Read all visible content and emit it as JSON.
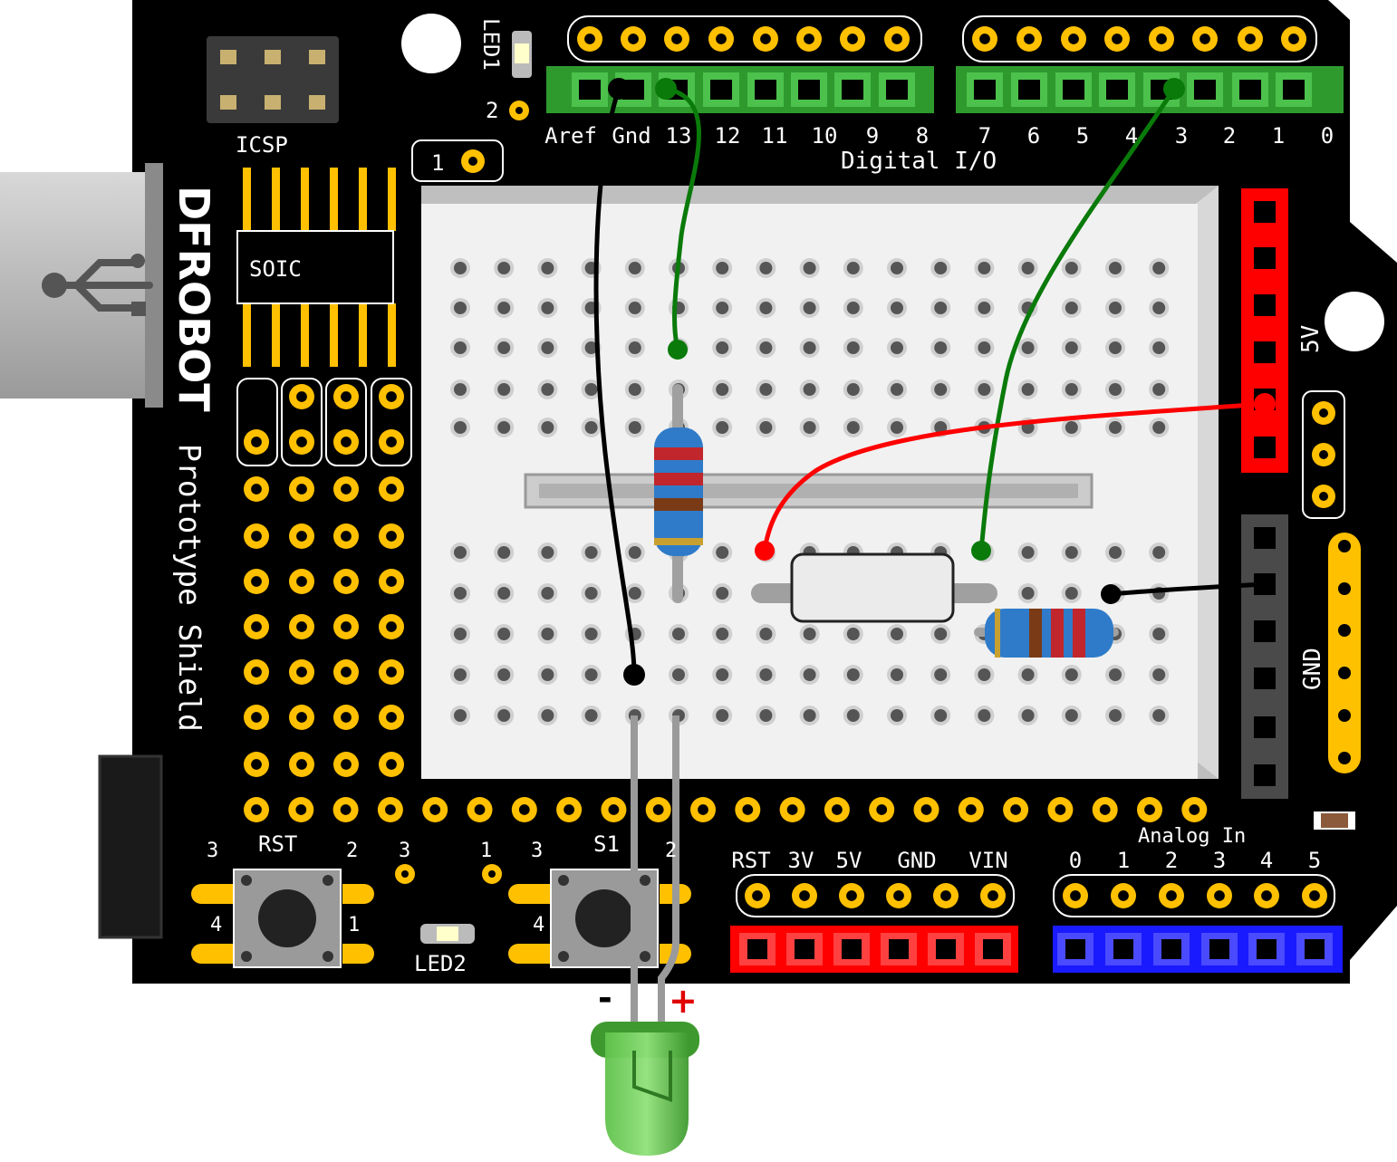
{
  "board": {
    "brand": "DFROBOT",
    "name": "Prototype Shield",
    "icsp_label": "ICSP",
    "soic_label": "SOIC",
    "led1_label": "LED1",
    "led2_label": "LED2",
    "rst_label": "RST",
    "s1_label": "S1",
    "digital_io_label": "Digital I/O",
    "analog_in_label": "Analog In",
    "power_5v_label": "5V",
    "gnd_label": "GND",
    "pin_1_marker": "1",
    "pin_2_marker": "2"
  },
  "digital_pins": [
    "Aref",
    "Gnd",
    "13",
    "12",
    "11",
    "10",
    "9",
    "8",
    "7",
    "6",
    "5",
    "4",
    "3",
    "2",
    "1",
    "0"
  ],
  "power_pins": [
    "RST",
    "3V",
    "5V",
    "GND",
    "GND",
    "VIN"
  ],
  "analog_pins": [
    "0",
    "1",
    "2",
    "3",
    "4",
    "5"
  ],
  "button_pin_numbers": {
    "rst": [
      "3",
      "2",
      "4",
      "1"
    ],
    "middle": [
      "3",
      "1"
    ],
    "s1": [
      "3",
      "2",
      "4"
    ]
  },
  "led_polarity": {
    "negative": "-",
    "positive": "+"
  },
  "wire_colors": {
    "ground": "#000000",
    "signal": "#0a7a0a",
    "power": "#ff0000"
  },
  "colors": {
    "board": "#000000",
    "header_green": "#2e9a2e",
    "header_red": "#ff0000",
    "header_blue": "#1a1aff",
    "header_gray": "#4a4a4a",
    "pad_gold": "#ffc000",
    "led_green": "#4caf3a"
  }
}
